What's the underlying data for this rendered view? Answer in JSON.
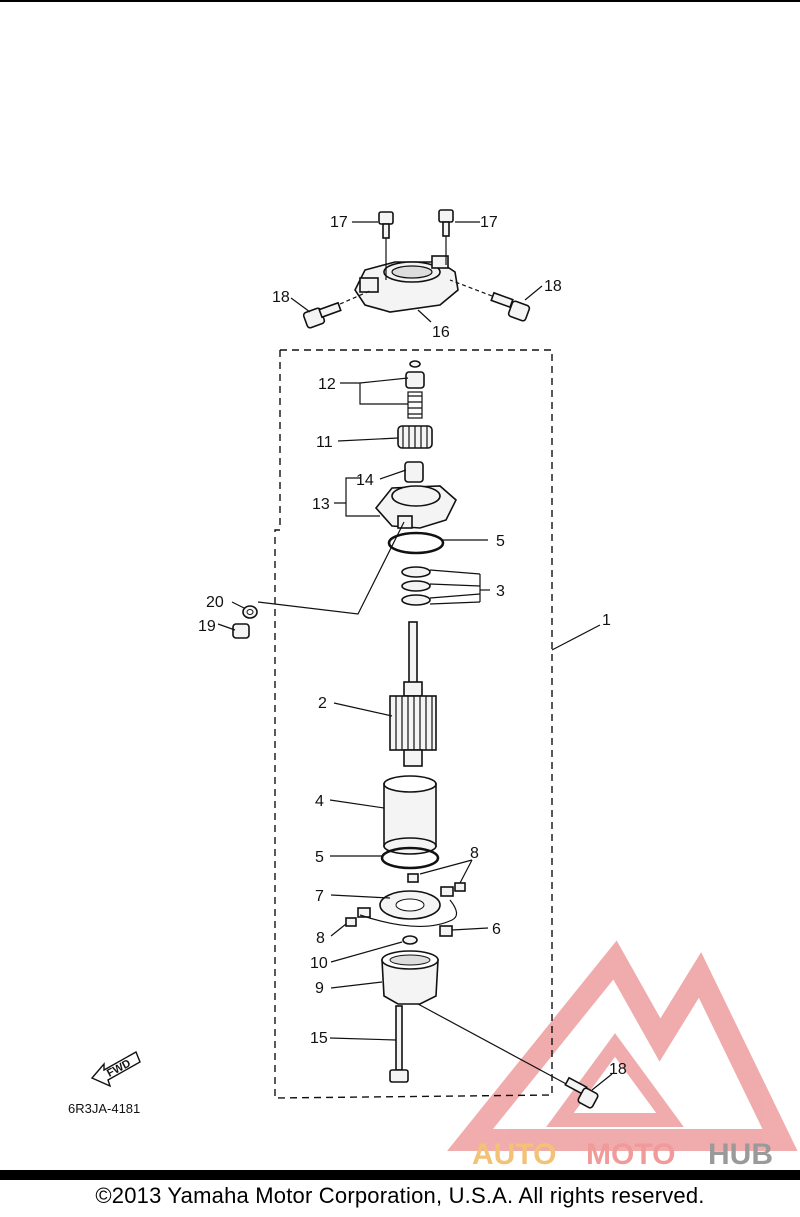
{
  "diagram": {
    "part_labels": [
      "17",
      "17",
      "18",
      "18",
      "16",
      "12",
      "11",
      "14",
      "13",
      "5",
      "3",
      "20",
      "19",
      "1",
      "2",
      "4",
      "5",
      "8",
      "7",
      "6",
      "8",
      "10",
      "9",
      "15",
      "18"
    ],
    "diagram_code": "6R3JA-4181",
    "fwd_label": "FWD"
  },
  "watermark": {
    "auto": "AUTO",
    "moto": "MOTO",
    "hub": "HUB",
    "colors": {
      "auto": "#f2c277",
      "moto": "#f09a9a",
      "hub": "#9a9a9a",
      "logo": "#e56a6a"
    }
  },
  "footer": {
    "copyright": "©2013 Yamaha Motor Corporation, U.S.A. All rights reserved."
  }
}
